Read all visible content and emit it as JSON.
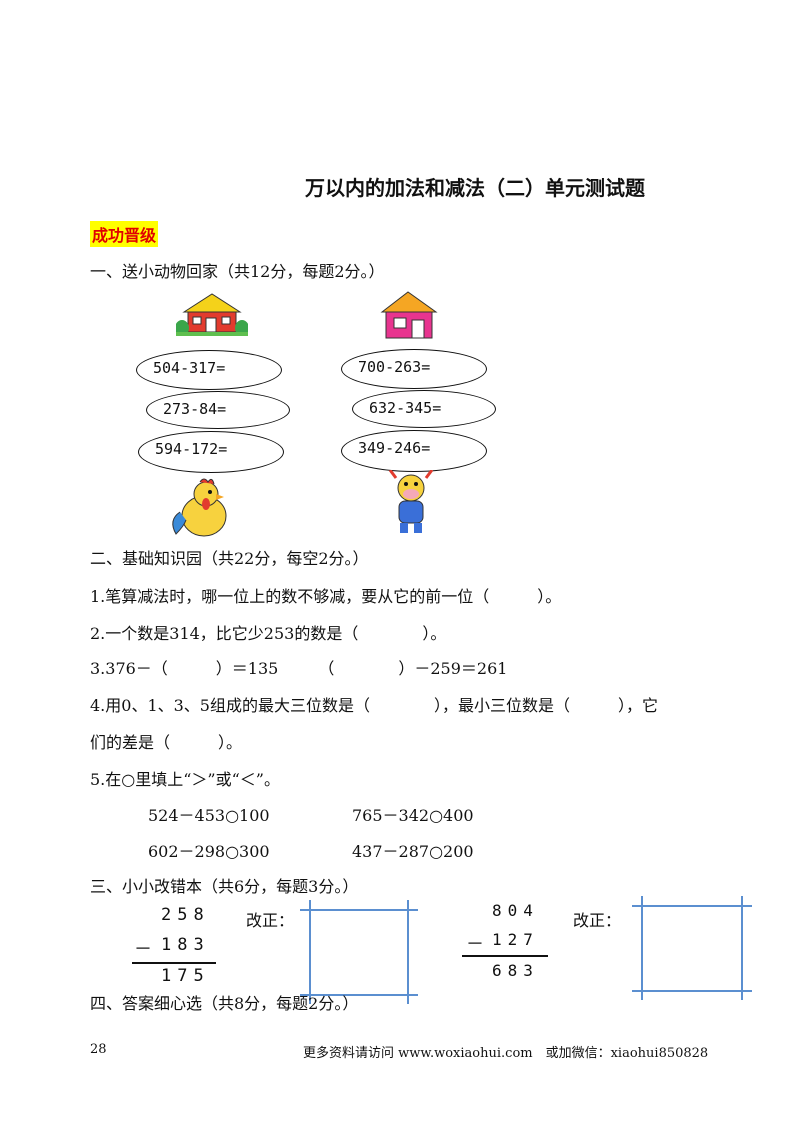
{
  "title": "万以内的加法和减法（二）单元测试题",
  "badge": "成功晋级",
  "section1": {
    "heading": "一、送小动物回家（共12分，每题2分。）",
    "left_ovals": [
      "504-317=",
      "273-84=",
      "594-172="
    ],
    "right_ovals": [
      "700-263=",
      "632-345=",
      "349-246="
    ]
  },
  "section2": {
    "heading": "二、基础知识园（共22分，每空2分。）",
    "q1": "1.笔算减法时，哪一位上的数不够减，要从它的前一位（　　　）。",
    "q2": "2.一个数是314，比它少253的数是（　　　　）。",
    "q3": "3.376－（　　　）＝135　　　（　　　　）－259＝261",
    "q4a": "4.用0、1、3、5组成的最大三位数是（　　　　），最小三位数是（　　　），它",
    "q4b": "们的差是（　　　）。",
    "q5": "5.在○里填上“＞”或“＜”。",
    "cmp": [
      "524－453○100",
      "765－342○400",
      "602－298○300",
      "437－287○200"
    ]
  },
  "section3": {
    "heading": "三、小小改错本（共6分，每题3分。）",
    "prob1": {
      "top": "258",
      "op": "－",
      "bottom": "183",
      "result": "175"
    },
    "prob2": {
      "top": "804",
      "op": "－",
      "bottom": "127",
      "result": "683"
    },
    "correct_label": "改正："
  },
  "section4": {
    "heading": "四、答案细心选（共8分，每题2分。）"
  },
  "footer": {
    "page": "28",
    "text": "更多资料请访问 www.woxiaohui.com　或加微信：xiaohui850828"
  }
}
